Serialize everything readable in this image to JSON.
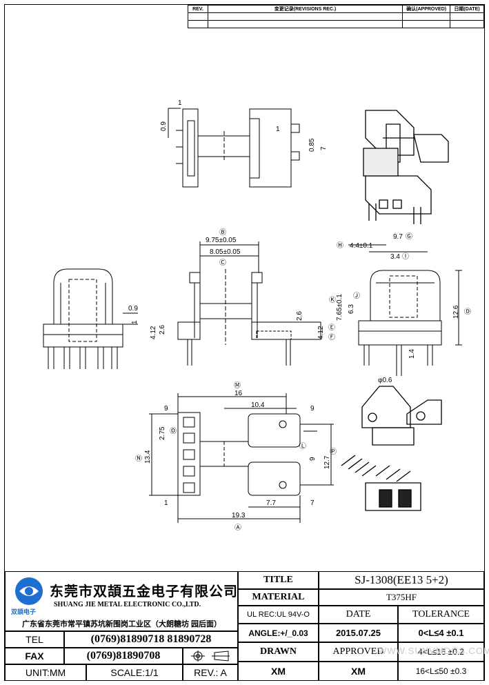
{
  "revision_table": {
    "headers": {
      "rev": "REV.",
      "record": "变更记录(REVISIONS REC.)",
      "approved": "确认(APPROVED)",
      "date": "日期(DATE)"
    }
  },
  "dimensions": {
    "top_left_1": "1",
    "top_left_09": "0.9",
    "top_right_1": "1",
    "top_right_085": "0.85",
    "top_right_7": "7",
    "B_label": "Ⓑ",
    "B_value": "9.75±0.05",
    "C_label": "Ⓒ",
    "C_value": "8.05±0.05",
    "mid_09": "0.9",
    "mid_1": "1",
    "mid_26_left": "2.6",
    "mid_412_left": "4.12",
    "mid_26_right": "2.6",
    "mid_412_right": "4.12",
    "E_label": "Ⓔ",
    "F_label": "Ⓕ",
    "G_label": "Ⓖ",
    "G_value": "9.7",
    "H_label": "Ⓗ",
    "H_value": "4.4±0.1",
    "I_label": "Ⓘ",
    "I_value": "3.4",
    "J_value": "6.3",
    "J_label": "Ⓙ",
    "K_value": "7.65±0.1",
    "K_label": "Ⓚ",
    "D_value": "12.6",
    "D_label": "Ⓓ",
    "side_14": "1.4",
    "phi06": "φ0.6",
    "M_label": "Ⓜ",
    "M_value": "16",
    "bot_104": "10.4",
    "bot_9_left": "9",
    "bot_275": "2.75",
    "O_label": "Ⓞ",
    "N_label": "Ⓝ",
    "N_value": "13.4",
    "bot_1": "1",
    "bot_9_right": "9",
    "L_label": "Ⓛ",
    "bot_9_inner": "9",
    "P_label": "Ⓟ",
    "P_value": "12.7",
    "bot_7": "7",
    "bot_77": "7.7",
    "A_value": "19.3",
    "A_label": "Ⓐ"
  },
  "title_block": {
    "company_cn": "东莞市双頡五金电子有限公司",
    "company_en": "SHUANG JIE METAL ELECTRONIC CO.,LTD.",
    "logo_text": "双頡电子",
    "address": "广东省东莞市常平镇苏坑新围岗工业区（大朗糖坊 园后面）",
    "tel_label": "TEL",
    "tel_value": "(0769)81890718  81890728",
    "fax_label": "FAX",
    "fax_value": "(0769)81890708",
    "unit": "UNIT:MM",
    "scale": "SCALE:1/1",
    "rev": "REV.:  A",
    "title_label": "TITLE",
    "title_value": "SJ-1308(EE13   5+2)",
    "material_label": "MATERIAL",
    "material_value": "T375HF",
    "ul_rec": "UL REC:UL 94V-O",
    "angle": "ANGLE:+/_0.03",
    "drawn_label": "DRAWN",
    "drawn_value": "XM",
    "date_label": "DATE",
    "date_value": "2015.07.25",
    "approved_label": "APPROVED",
    "approved_value": "XM",
    "tolerance_label": "TOLERANCE",
    "tol_1": "0<L≤4   ±0.1",
    "tol_2": "4<L≤16  ±0.2",
    "tol_3": "16<L≤50  ±0.3"
  },
  "watermark": "WWW.SUNVMDGS.COM"
}
